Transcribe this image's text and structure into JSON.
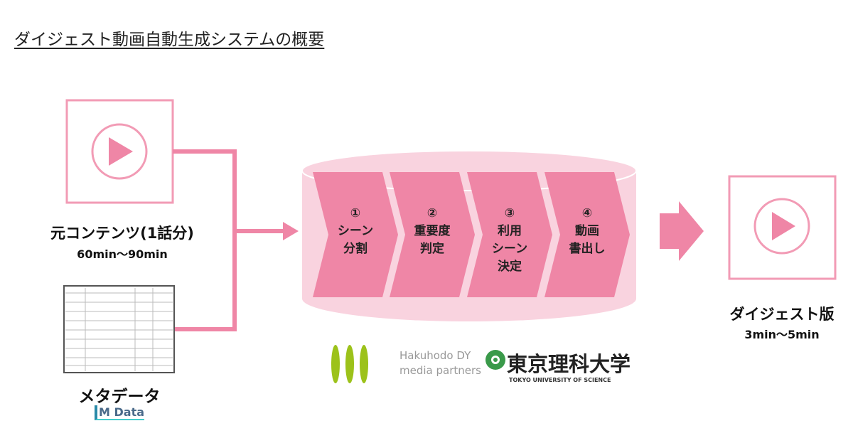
{
  "title": "ダイジェスト動画自動生成システムの概要",
  "source": {
    "label": "元コンテンツ(1話分)",
    "duration": "60min～90min"
  },
  "metadata": {
    "label": "メタデータ",
    "logo": "M Data"
  },
  "steps": [
    {
      "num": "①",
      "lines": [
        "シーン",
        "分割"
      ]
    },
    {
      "num": "②",
      "lines": [
        "重要度",
        "判定"
      ]
    },
    {
      "num": "③",
      "lines": [
        "利用",
        "シーン",
        "決定"
      ]
    },
    {
      "num": "④",
      "lines": [
        "動画",
        "書出し"
      ]
    }
  ],
  "output": {
    "label": "ダイジェスト版",
    "duration": "3min～5min"
  },
  "partners": {
    "hakuhodo_line1": "Hakuhodo DY",
    "hakuhodo_line2": "media partners",
    "tus_jp": "東京理科大学",
    "tus_en": "TOKYO UNIVERSITY OF SCIENCE"
  },
  "colors": {
    "pink": "#ef86a6",
    "pink_light": "#f9d3df",
    "border": "#f29bb5"
  }
}
